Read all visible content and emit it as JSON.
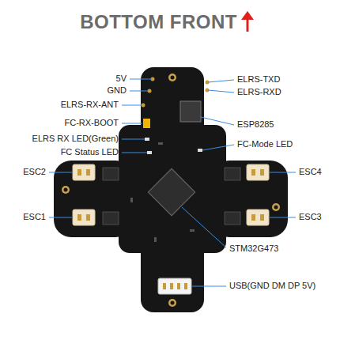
{
  "diagram": {
    "title": "BOTTOM FRONT",
    "labels": [
      "5V",
      "GND",
      "ELRS-RX-ANT",
      "FC-RX-BOOT",
      "ELRS RX LED(Green)",
      "FC Status LED",
      "ESC2",
      "ESC1",
      "ELRS-TXD",
      "ELRS-RXD",
      "ESP8285",
      "FC-Mode LED",
      "ESC4",
      "ESC3",
      "STM32G473",
      "USB(GND DM DP 5V)"
    ]
  }
}
